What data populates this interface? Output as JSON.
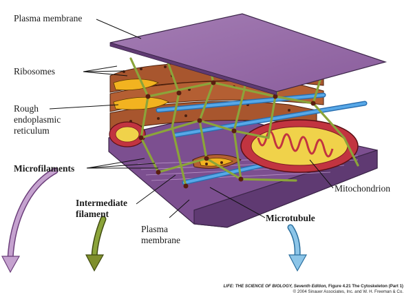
{
  "labels": {
    "plasma_membrane_top": "Plasma membrane",
    "ribosomes": "Ribosomes",
    "rough_er": "Rough\nendoplasmic\nreticulum",
    "microfilaments": "Microfilaments",
    "intermediate_filament": "Intermediate\nfilament",
    "plasma_membrane_bottom": "Plasma\nmembrane",
    "microtubule": "Microtubule",
    "mitochondrion": "Mitochondrion"
  },
  "credit": {
    "source_prefix": "LIFE: THE SCIENCE OF BIOLOGY,",
    "source_edition": " Seventh Edition,",
    "source_figure": " Figure 4.21 The Cytoskeleton (Part 1)",
    "copyright": "© 2004 Sinauer Associates, Inc. and W. H. Freeman & Co."
  },
  "colors": {
    "membrane": "#9a6aa8",
    "membrane_dark": "#6f4a84",
    "er": "#a8562e",
    "er_inner": "#f2b320",
    "mitochondrion": "#c23440",
    "mito_inner": "#f0d24a",
    "microtubule": "#3a8fd6",
    "intermediate": "#8ba43a",
    "ribosome": "#4a2010",
    "arrow_microfilaments": "#c5a2cf",
    "arrow_intermediate": "#7f8f2c",
    "arrow_microtubule": "#8cc5e8"
  }
}
